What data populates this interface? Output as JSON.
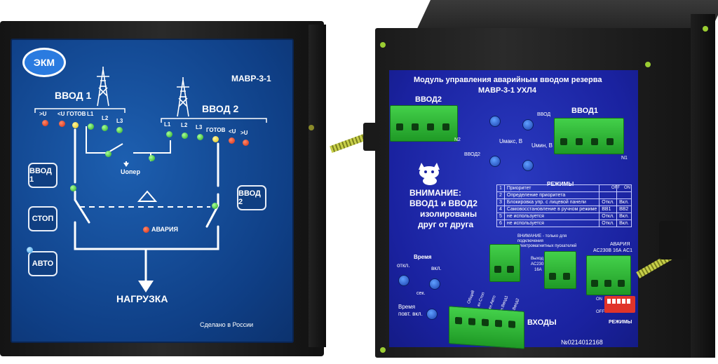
{
  "front": {
    "logo": "ЭКМ",
    "model": "МАВР-3-1",
    "input1": "ВВОД 1",
    "input2": "ВВОД 2",
    "leds1": [
      ">U",
      "<U",
      "ГОТОВ",
      "L1",
      "L2",
      "L3"
    ],
    "leds2": [
      "L1",
      "L2",
      "L3",
      "ГОТОВ",
      "<U",
      ">U"
    ],
    "uoper": "Uопер",
    "btn_input1": "ВВОД 1",
    "btn_stop": "СТОП",
    "btn_auto": "АВТО",
    "btn_input2": "ВВОД 2",
    "alarm": "АВАРИЯ",
    "load": "НАГРУЗКА",
    "made_in": "Сделано в России"
  },
  "rear": {
    "title1": "Модуль управления аварийным вводом резерва",
    "title2": "МАВР-3-1 УХЛ4",
    "vvod2": "ВВОД2",
    "vvod1": "ВВОД1",
    "n2": "N2",
    "n1": "N1",
    "umax": "Uмакс, В",
    "umin": "Uмин, В",
    "vvod_small_1": "ВВОД",
    "vvod_small_2": "ВВОД2",
    "warning": [
      "ВНИМАНИЕ:",
      "ВВОД1 и ВВОД2",
      "изолированы",
      "друг от друга"
    ],
    "modes_title": "РЕЖИМЫ",
    "modes_header": [
      "OFF",
      "ON"
    ],
    "modes": [
      {
        "n": "1",
        "text": "Приоритет",
        "off": "",
        "on": ""
      },
      {
        "n": "2",
        "text": "Определение приоритета",
        "off": "",
        "on": ""
      },
      {
        "n": "3",
        "text": "Блокировка упр. с лицевой панели",
        "off": "Откл.",
        "on": "Вкл."
      },
      {
        "n": "4",
        "text": "Самовосстановление в ручном режиме",
        "off": "ВВ1",
        "on": "ВВ2"
      },
      {
        "n": "5",
        "text": "не используется",
        "off": "Откл.",
        "on": "Вкл."
      },
      {
        "n": "6",
        "text": "не используется",
        "off": "Откл.",
        "on": "Вкл."
      }
    ],
    "time": "Время",
    "off_label": "откл.",
    "on_label": "вкл.",
    "sec": "сек.",
    "time_return": "Время",
    "return_on": "повт. вкл.",
    "contactor_note": "ВНИМАНИЕ - только для подключения электромагнитных пускателей",
    "alarm_label": "АВАРИЯ",
    "alarm_rating": "AC230В 16А AC1",
    "outputs_label": "Выход",
    "outputs_rating": "AC230",
    "outputs_rating2": "16А",
    "inputs": "ВХОДЫ",
    "input_terms": [
      "Общий",
      "кн.Стоп",
      "кн.Авто",
      "кн.Ввод1",
      "кн.Ввод2"
    ],
    "dip_on": "ON",
    "dip_off": "OFF",
    "dip_modes": "РЕЖИМЫ",
    "serial": "№0214012168"
  },
  "colors": {
    "panel_blue": "#1654a6",
    "label_blue": "#1c26a8",
    "terminal_green": "#2fb536"
  }
}
